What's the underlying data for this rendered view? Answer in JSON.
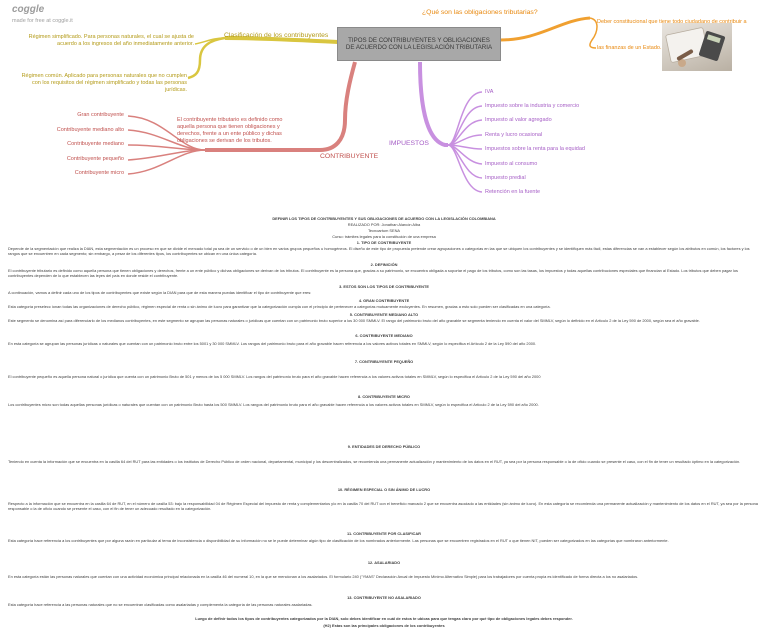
{
  "brand": {
    "logo": "coggle",
    "sub": "made for free at coggle.it"
  },
  "central": "TIPOS DE CONTRIBUYENTES Y OBLIGACIONES DE ACUERDO CON LA LEGISLACIÓN TRIBUTARIA",
  "obligaciones": {
    "title": "¿Qué son las obligaciones tributarias?",
    "deber": "Deber constitucional que tiene todo ciudadano de contribuir a",
    "finanzas": "las finanzas de un Estado."
  },
  "clasificacion": {
    "title": "Clasificación de los contribuyentes",
    "simplificado": "Régimen simplificado.  Para personas naturales, el cual se ajusta de acuerdo a los ingresos del año inmediatamente anterior.",
    "comun": "Régimen común. Aplicado para personas naturales que no cumplen con los requisitos del régimen simplificado y todas las personas jurídicas."
  },
  "contribuyente": {
    "title": "CONTRIBUYENTE",
    "definition": "El contribuyente tributario es definido como aquella persona que tienen obligaciones y derechos, frente a un ente público y dichas obligaciones se derivan de los tributos.",
    "items": [
      "Gran contribuyente",
      "Contribuyente mediano alto",
      "Contribuyente mediano",
      "Contribuyente pequeño",
      "Contribuyente micro"
    ]
  },
  "impuestos": {
    "title": "IMPUESTOS",
    "items": [
      "IVA",
      "Impuesto sobre la industria y comercio",
      "Impuesto al valor agregado",
      "Renta y lucro ocasional",
      "Impuestos sobre la renta para la equidad",
      "Impuesto al consumo",
      "Impuesto predial",
      "Retención en la fuente"
    ]
  },
  "doc": {
    "title": "DEFINIR LOS TIPOS DE CONTRIBUYENTES Y SUS OBLIGACIONES DE ACUERDO CON LA LEGISLACIÓN COLOMBIANA",
    "meta1": "REALIZADO POR: Jonathan Alarcón Alba",
    "meta2": "Tecnoartum SENA",
    "meta3": "Curso: trámites legales para la constitución de una empresa",
    "h1": "1. TIPO DE CONTRIBUYENTE",
    "p1": "Depende de la segmentación que realiza la DIAN, esta segmentación es un proceso en que se divide el mercado total ya sea de un servicio o de un bien en varios grupos pequeños u homogéneos. El diseño de este tipo de propuesta pretende crear agrupaciones o categorías en las que se ubiquen los contribuyentes y se identifiquen más fácil, estas diferencias se van a establecer según los atributos en común, los factores y los rangos que se encuentren en cada segmento; sin embargo, a pesar de los diferentes tipos, los contribuyentes se ubican en una única categoría.",
    "h2": "2. DEFINICIÓN",
    "p2": "El contribuyente tributario es definido como aquella persona que tienen obligaciones y derechos, frente a un ente público y dichas obligaciones se derivan de los tributos. El contribuyente es la persona que, gracias a su patrimonio, se encuentra obligada a soportar el pago de los tributos, como son las tasas, los impuestos y todas aquellas contribuciones especiales que financian al Estado. Los tributos que deben pagar los contribuyentes dependen de lo que establecen las leyes del país en donde reside el contribuyente.",
    "h3": "3. ESTOS SON LOS TIPOS DE CONTRIBUYENTE",
    "p3": "A continuación, vamos a definir cada uno de los tipos de contribuyentes que existe según la DIAN para que de esta manera puedas identificar el tipo de contribuyente que eres:",
    "h4": "4. GRAN CONTRIBUYENTE",
    "p4": "Esta categoría preselecc ionan todas las organizaciones de derecho público, régimen especial de renta o sin ánimo de lucro para garantizar que la categorización cumpla con el principio de pertenecer a categorías mutuamente excluyentes. En resumen, gracias a esto solo pueden ser clasificadas en una categoría.",
    "h5": "5. CONTRIBUYENTE MEDIANO ALTO",
    "p5": "Este segmento se denomina así para diferenciarlo de los medianos contribuyentes, en este segmento se agrupan las personas naturales o jurídicas que cuentan con un patrimonio bruto superior a los 30 000 SMMLV. El rango del patrimonio bruto del año gravable se segmenta teniendo en cuenta el valor del SMMLV, según lo definido en el Artículo 2 de la Ley 590 de 2000, según sea el año gravable.",
    "h6": "6. CONTRIBUYENTE MEDIANO",
    "p6": "En esta categoría se agrupan las personas jurídicas o naturales que cuentan con un patrimonio bruto entre los 5001 y 30 000 SMMLV. Los rangos del patrimonio bruto para el año gravable hacen referencia a los valores activos totales en SMMLV, según lo especifica el Artículo 2 de la Ley 590 del año 2000.",
    "h7": "7. CONTRIBUYENTE PEQUEÑO",
    "p7": "El contribuyente pequeño es aquella persona natural o jurídica que cuenta con un patrimonio Bruto de 501 y menos de los 5 000 SMMLV. Los rangos del patrimonio bruto para el año gravable hacen referencia a los valores activos totales en SMMLV, según lo especifica el Artículo 2 de la Ley 590 del año 2000",
    "h8": "8. CONTRIBUYENTE MICRO",
    "p8": "Los contribuyentes micro son todas aquellas personas jurídicas o naturales que cuentan con un patrimonio Bruto hasta los 500 SMMLV. Los rangos del patrimonio bruto para el año gravable hacen referencia a los valores activos totales en SMMLV, según lo especifica el Artículo 2 de la Ley 590 del año 2000.",
    "h9": "9. ENTIDADES DE DERECHO PÚBLICO",
    "p9": "Teniendo en cuenta la información que se encuentra en la casilla 64 del RUT para las entidades o los institutos de Derecho Público de orden nacional, departamental, municipal y los descentralizados, se recomienda una permanente actualización y mantenimiento de los datos en el RUT, ya sea por la persona responsable o la de oficio cuando se presente el caso, con el fin de tener un resultado óptimo en la categorización.",
    "h10": "10. RÉGIMEN ESPECIAL O SIN ÁNIMO DE LUCRO",
    "p10": "Respecto a la información que se encuentra en la casilla 64 de RUT, en el número de casilla 53: bajo la responsabilidad 04 de Régimen Especial del impuesto de renta y complementarios y/o en la casilla 70 del RUT con el beneficio marcado 2 que se encuentra asociado a las entidades (sin ánimo de lucro). En esta categoría se recomienda una permanente actualización y mantenimiento de los datos en el RUT, ya sea por la persona responsable o la de oficio cuando se presente el caso, con el fin de tener un adecuado resultado en la categorización.",
    "h11": "11. CONTRIBUYENTE POR CLASIFICAR",
    "p11": "Esta categoría hace referencia a los contribuyentes que por alguna razón en particular al tema de inconsistencia o disponibilidad de su información no se le puede determinar algún tipo de clasificación de los nombrados anteriormente. Las personas que se encuentren registrados en el RUT o que tienen NIT, pueden ser categorizados en las categorías que nombraron anteriormente.",
    "h12": "12. ASALARIADO",
    "p12": "En esta categoría están las personas naturales que cuentan con una actividad económica principal relacionada en la casilla 46 del numeral 10, en la que se mencionan a los asalariados. El formulario 240 (\"YMAS\" Declaración Anual de Impuesto Mínimo Alternativo Simple) para los trabajadores por cuenta propia es identificado de forma directa a los no asalariados.",
    "h13": "13. CONTRIBUYENTE NO ASALARIADO",
    "p13": "Esta categoría hace referencia a las personas naturales que no se encuentran clasificadas como asalariadas y complementa la categoría de las personas naturales asalariadas.",
    "final1": "Luego de definir todos los tipos de contribuyentes categorizados por la DIAN, solo debes identificar en cuál de estos te ubicas para que tengas claro por qué tipo de obligaciones legales debes responder.",
    "final2": "(H2) Estas son las principales obligaciones de los contribuyentes"
  },
  "colors": {
    "yellow": "#d9c640",
    "orange": "#f0a030",
    "red": "#d9817e",
    "purple": "#c890e0",
    "central_bg": "#a8a8a8"
  }
}
